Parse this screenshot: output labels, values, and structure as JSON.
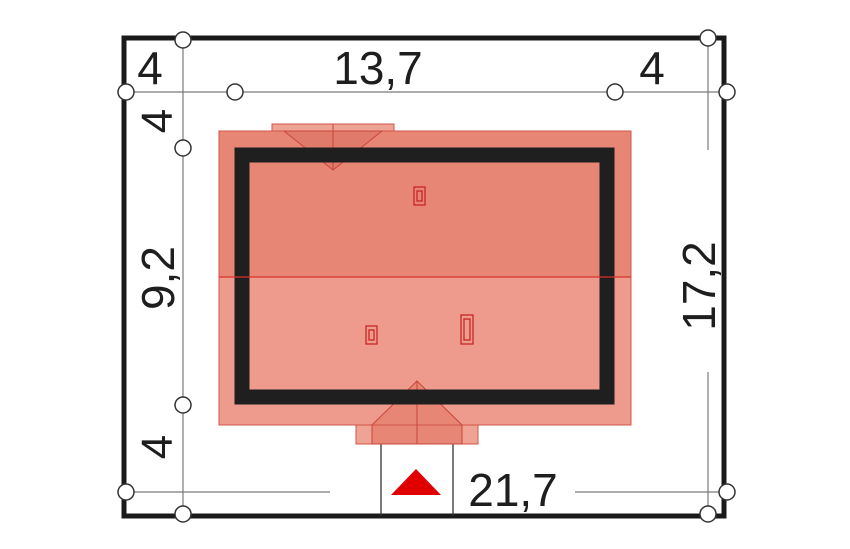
{
  "dimensions": {
    "setback_left": "4",
    "house_width": "13,7",
    "setback_right": "4",
    "setback_top": "4",
    "house_depth": "9,2",
    "setback_bottom": "4",
    "plot_depth": "17,2",
    "plot_width": "21,7"
  },
  "colors": {
    "roof_top": "#e88676",
    "roof_bottom": "#ee9a8c",
    "roof_overhang": "#eea394",
    "wall": "#1f1f1f",
    "ridge_line": "#d9302a",
    "entrance_arrow": "#e00000",
    "plot_border": "#1a1a1a"
  },
  "icons": {
    "entrance": "entrance-arrow-icon"
  }
}
